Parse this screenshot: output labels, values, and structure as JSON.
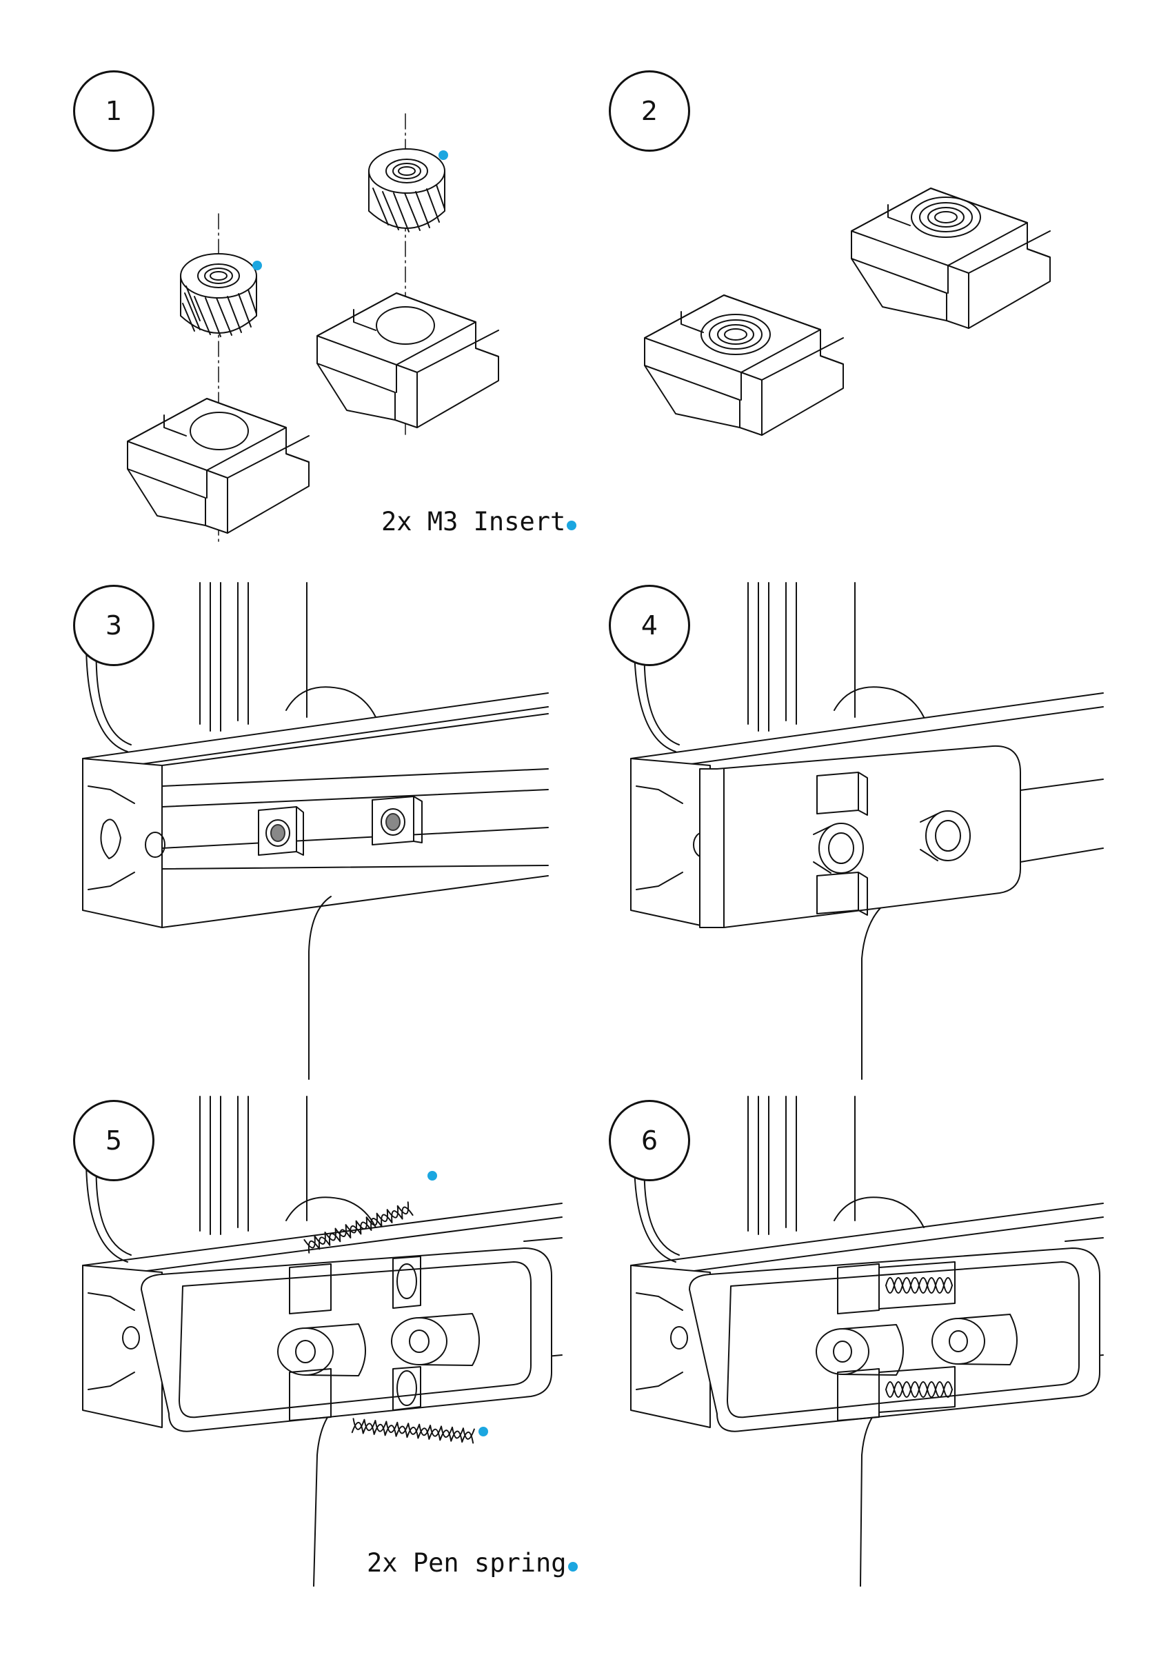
{
  "steps": [
    {
      "number": "1"
    },
    {
      "number": "2"
    },
    {
      "number": "3"
    },
    {
      "number": "4"
    },
    {
      "number": "5"
    },
    {
      "number": "6"
    }
  ],
  "captions": {
    "inserts": "2x M3 Insert",
    "springs": "2x Pen spring"
  },
  "colors": {
    "part_marker": "#1ba6e0",
    "line": "#111111"
  },
  "icons": {
    "insert": "threaded-insert-icon",
    "tnut": "t-nut-icon",
    "spring": "pen-spring-icon"
  }
}
